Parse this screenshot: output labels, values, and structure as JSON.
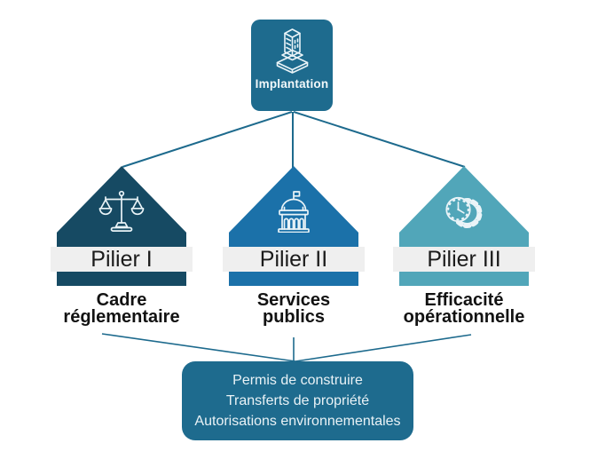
{
  "root": {
    "label": "Implantation",
    "icon": "building-icon"
  },
  "pillars": [
    {
      "band": "Pilier I",
      "caption_line1": "Cadre",
      "caption_line2": "réglementaire",
      "color": "#164A63",
      "icon": "scales-icon"
    },
    {
      "band": "Pilier II",
      "caption_line1": "Services",
      "caption_line2": "publics",
      "color": "#1B71A9",
      "icon": "government-building-icon"
    },
    {
      "band": "Pilier III",
      "caption_line1": "Efficacité",
      "caption_line2": "opérationnelle",
      "color": "#51A6B9",
      "icon": "clock-gear-icon"
    }
  ],
  "outcomes": {
    "items": [
      "Permis de construire",
      "Transferts de propriété",
      "Autorisations environnementales"
    ]
  },
  "colors": {
    "node_bg": "#1E6B8E",
    "band_bg": "#EFEFEF",
    "connector": "#1D6A8D",
    "icon_stroke": "#EAF4F8"
  }
}
